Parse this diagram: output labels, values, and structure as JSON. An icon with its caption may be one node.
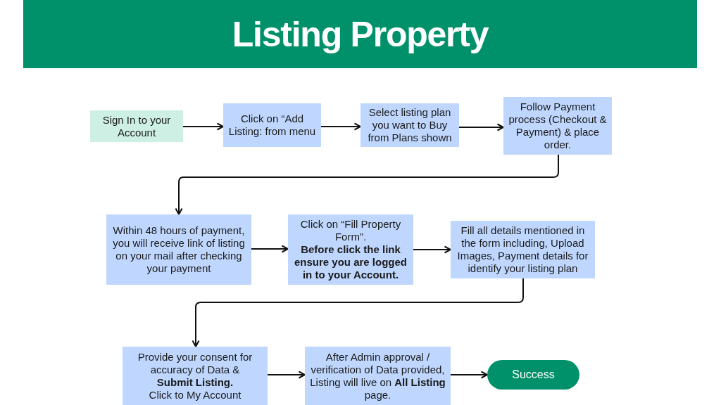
{
  "diagram": {
    "title": "Listing Property",
    "nodes": [
      {
        "text": [
          "Sign In to your Account"
        ]
      },
      {
        "text": [
          "Click on “Add Listing: from menu"
        ]
      },
      {
        "text": [
          "Select listing plan you want to Buy from Plans shown"
        ]
      },
      {
        "text": [
          "Follow Payment process (Checkout & Payment) & place order."
        ]
      },
      {
        "text": [
          "Within 48 hours of payment, you will receive link of listing on your mail after checking your payment"
        ]
      },
      {
        "text": [
          "Click on “Fill Property Form”. **Before click the link ensure you are logged in to your Account.**"
        ]
      },
      {
        "text": [
          "Fill all details mentioned in the form including, Upload Images, Payment details for identify your listing plan"
        ]
      },
      {
        "text": [
          "Provide your consent for accuracy of Data & **Submit Listing.** Click to My Account"
        ]
      },
      {
        "text": [
          "After Admin approval / verification of Data provided, Listing will live on **All Listing** page."
        ]
      },
      {
        "text": [
          "Success"
        ]
      }
    ],
    "edges": [
      {
        "from": 0,
        "to": 1,
        "arrow": "to"
      },
      {
        "from": 1,
        "to": 2,
        "arrow": "to"
      },
      {
        "from": 2,
        "to": 3,
        "arrow": "to"
      },
      {
        "from": 3,
        "to": 4,
        "arrow": "to"
      },
      {
        "from": 4,
        "to": 5,
        "arrow": "to"
      },
      {
        "from": 5,
        "to": 6,
        "arrow": "to"
      },
      {
        "from": 6,
        "to": 7,
        "arrow": "to"
      },
      {
        "from": 7,
        "to": 8,
        "arrow": "to"
      },
      {
        "from": 8,
        "to": 9,
        "arrow": "to"
      }
    ]
  }
}
